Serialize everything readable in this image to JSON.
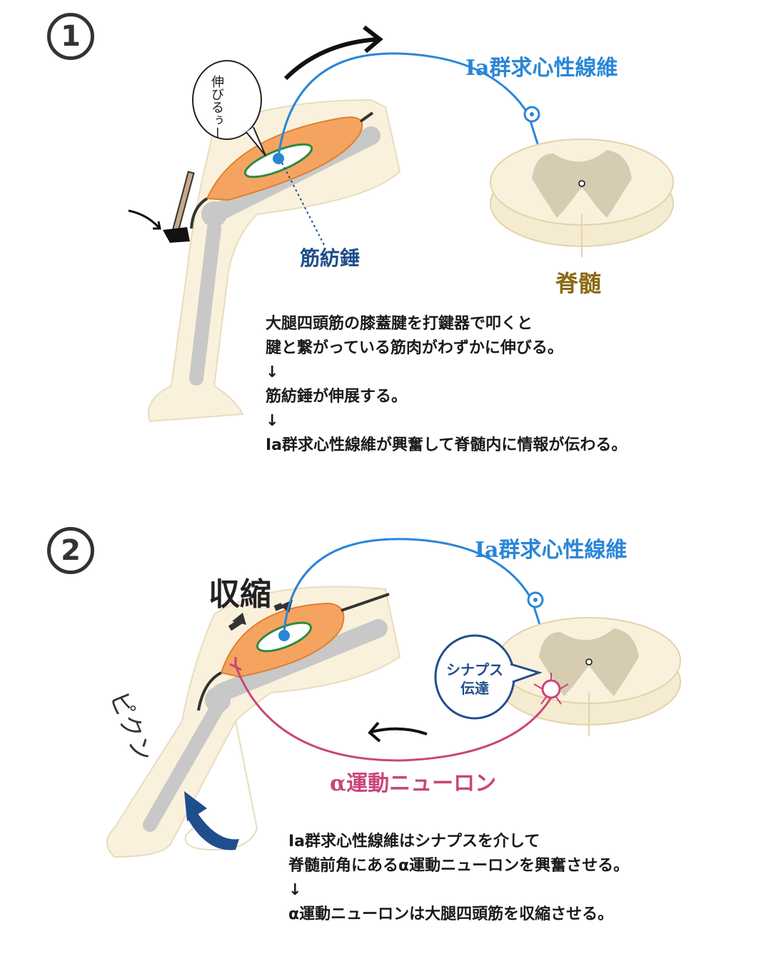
{
  "panel1": {
    "number": "1",
    "fiber_label": "Ⅰa群求心性線維",
    "bubble_text": "伸びるぅー",
    "spindle_label": "筋紡錘",
    "spinal_cord_label": "脊髄",
    "description": [
      "大腿四頭筋の膝蓋腱を打鍵器で叩くと",
      "腱と繋がっている筋肉がわずかに伸びる。",
      "↓",
      "筋紡錘が伸展する。",
      "↓",
      "Ia群求心性線維が興奮して脊髄内に情報が伝わる。"
    ]
  },
  "panel2": {
    "number": "2",
    "fiber_label": "Ⅰa群求心性線維",
    "contraction_label": "収縮",
    "synapse_bubble": [
      "シナプス",
      "伝達"
    ],
    "kick_sound": "ピクン",
    "motor_neuron_label": "α運動ニューロン",
    "description": [
      "Ia群求心性線維はシナプスを介して",
      "脊髄前角にあるα運動ニューロンを興奮させる。",
      "↓",
      "α運動ニューロンは大腿四頭筋を収縮させる。"
    ]
  },
  "colors": {
    "afferent_fiber": "#2a86d6",
    "motor_neuron": "#c9457a",
    "muscle": "#f4a460",
    "spindle": "#2e8b3e",
    "bone": "#c8c8c8",
    "skin": "#faf1dc",
    "grey_matter": "#d6ccb2",
    "spinal_label": "#8b6914",
    "spindle_label": "#1f4e8c"
  }
}
